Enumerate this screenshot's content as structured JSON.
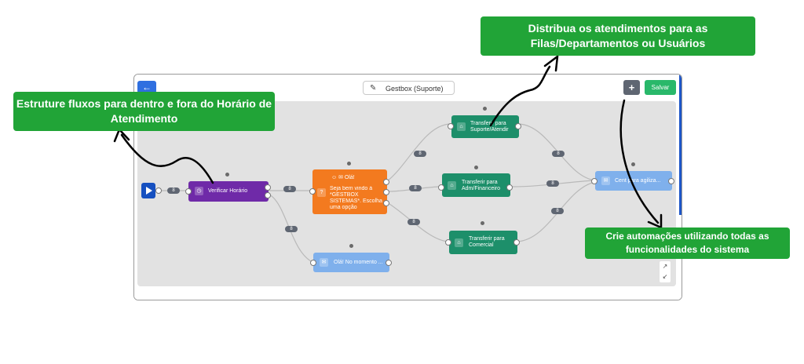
{
  "editor": {
    "back_icon": "arrow-left-icon",
    "title": "Gestbox (Suporte)",
    "add_label": "+",
    "save_label": "Salvar",
    "zoom_in": "↗",
    "zoom_out": "↙"
  },
  "nodes": {
    "check_hours": "Verificar Horário",
    "menu_title": "☺ ✉ Olá!",
    "menu_body": "Seja bem vindo à *GESTBOX SISTEMAS*. Escolha uma opção",
    "transfer_support": "Transferir para Suporte/Atendir",
    "transfer_admin": "Transferir para Adm/Financeiro",
    "transfer_sales": "Transferir para Comercial",
    "off_hours": "Olá! No momento ...",
    "center": "Cent para agiliza..."
  },
  "badge_value": "8",
  "colors": {
    "purple": "#6f2aa8",
    "orange": "#f37a1f",
    "teal": "#1d8f6a",
    "light_blue": "#7fb0ec",
    "callout_green": "#21a437"
  },
  "callouts": {
    "top": "Distribua os atendimentos para as Filas/Departamentos ou Usuários",
    "left": "Estruture fluxos para dentro e fora do Horário de Atendimento",
    "right": "Crie automações utilizando todas as funcionalidades do sistema"
  }
}
